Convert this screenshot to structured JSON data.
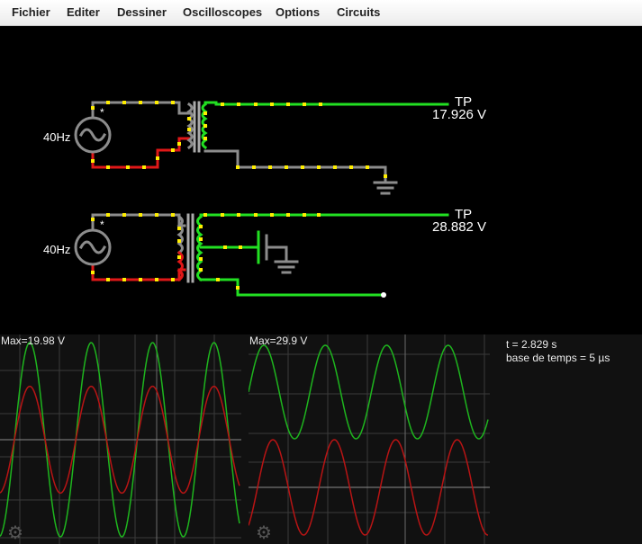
{
  "menu": [
    "Fichier",
    "Editer",
    "Dessiner",
    "Oscilloscopes",
    "Options",
    "Circuits"
  ],
  "circuit1": {
    "source_label": "40Hz",
    "source_marker": "*",
    "probe_label": "TP",
    "probe_value": "17.926 V"
  },
  "circuit2": {
    "source_label": "40Hz",
    "source_marker": "*",
    "probe_label": "TP",
    "probe_value": "28.882 V"
  },
  "scope1": {
    "max_label": "Max=19.98 V",
    "green_amplitude": 1.0,
    "red_amplitude": 0.55,
    "phase_cycles_visible": 3.9
  },
  "scope2": {
    "max_label": "Max=29.9 V",
    "cycles_visible": 3.9
  },
  "scope_info": {
    "time": "t = 2.829 s",
    "timebase": "base de temps = 5 µs"
  },
  "colors": {
    "wire_gray": "#8c8c8c",
    "wire_green": "#22e022",
    "wire_red": "#e01818",
    "dot_yellow": "#ffee00",
    "trace_green": "#1eb51e",
    "trace_red": "#b81414",
    "grid": "#3a3a3a"
  },
  "icons": {
    "scope_settings": "gear-icon"
  }
}
